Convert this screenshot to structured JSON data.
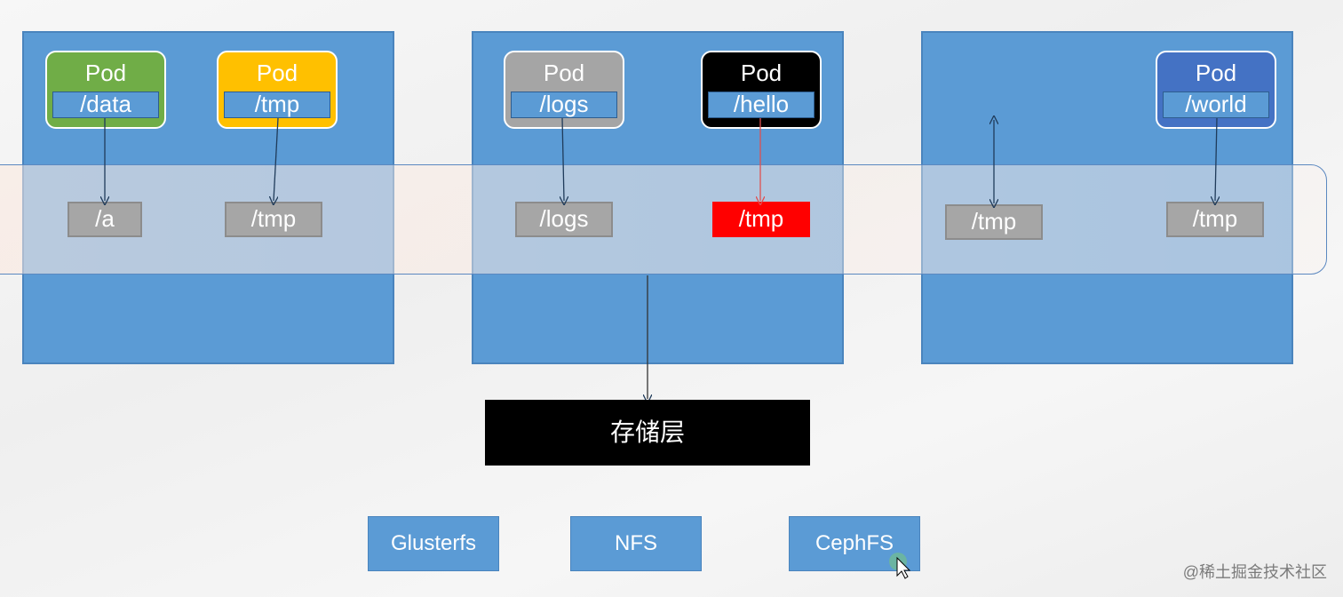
{
  "pods": [
    {
      "title": "Pod",
      "path": "/data",
      "bg": "#70ad47",
      "titleColor": "#ffffff"
    },
    {
      "title": "Pod",
      "path": "/tmp",
      "bg": "#ffc000",
      "titleColor": "#ffffff"
    },
    {
      "title": "Pod",
      "path": "/logs",
      "bg": "#a5a5a5",
      "titleColor": "#ffffff"
    },
    {
      "title": "Pod",
      "path": "/hello",
      "bg": "#000000",
      "titleColor": "#ffffff"
    },
    {
      "title": "Pod",
      "path": "/world",
      "bg": "#4472c4",
      "titleColor": "#ffffff"
    }
  ],
  "volumes": [
    "/a",
    "/tmp",
    "/logs",
    "/tmp",
    "/tmp",
    "/tmp"
  ],
  "highlight_volume_color": "#ff0000",
  "storage_label": "存储层",
  "backends": [
    "Glusterfs",
    "NFS",
    "CephFS"
  ],
  "watermark": "@稀土掘金技术社区"
}
